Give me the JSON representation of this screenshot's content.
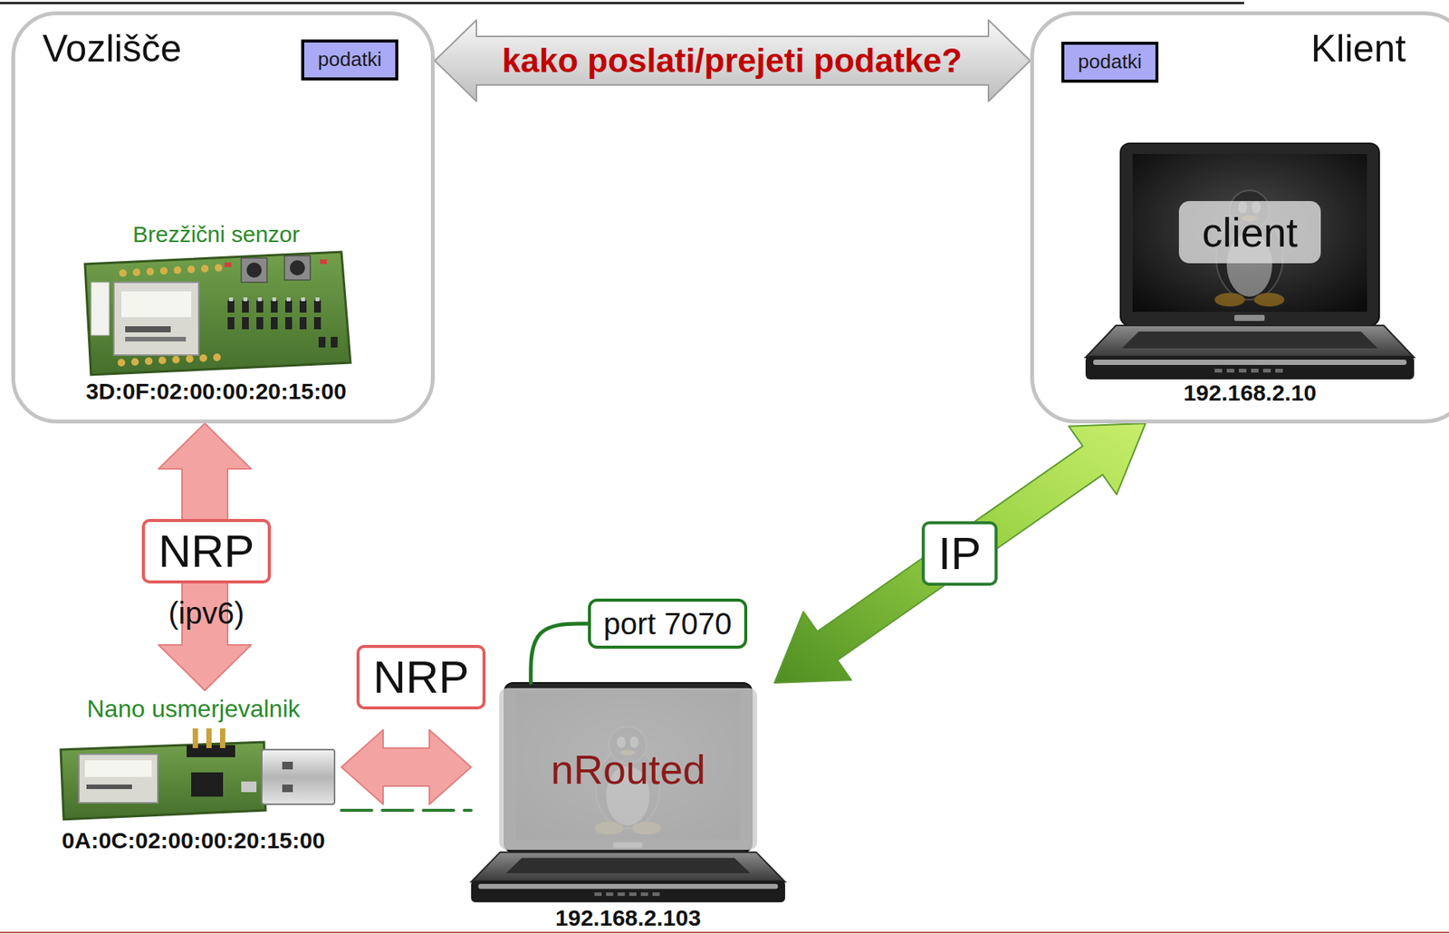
{
  "diagram": {
    "nodes": [
      {
        "text": [
          "Vozlišče"
        ]
      },
      {
        "text": [
          "podatki"
        ],
        "in": 0
      },
      {
        "text": [
          "Brezžični senzor",
          "3D:0F:02:00:00:20:15:00"
        ],
        "in": 0
      },
      {
        "text": [
          "Klient"
        ]
      },
      {
        "text": [
          "podatki"
        ],
        "in": 3
      },
      {
        "text": [
          "client",
          "192.168.2.10"
        ],
        "in": 3
      },
      {
        "text": [
          "Nano usmerjevalnik",
          "0A:0C:02:00:00:20:15:00"
        ]
      },
      {
        "text": [
          "nRouted",
          "192.168.2.103"
        ]
      },
      {
        "text": [
          "port 7070"
        ]
      }
    ],
    "edges": [
      {
        "from": 0,
        "to": 3,
        "arrow": "both",
        "label": "kako poslati/prejeti podatke?"
      },
      {
        "from": 0,
        "to": 6,
        "arrow": "both",
        "label": "NRP"
      },
      {
        "from": 6,
        "to": 7,
        "arrow": "both",
        "label": "NRP"
      },
      {
        "from": 6,
        "to": 7,
        "arrow": "none"
      },
      {
        "from": 7,
        "to": 3,
        "arrow": "both",
        "label": "IP"
      },
      {
        "from": 7,
        "to": 8,
        "arrow": "none"
      }
    ],
    "labels": [
      "(ipv6)"
    ]
  }
}
